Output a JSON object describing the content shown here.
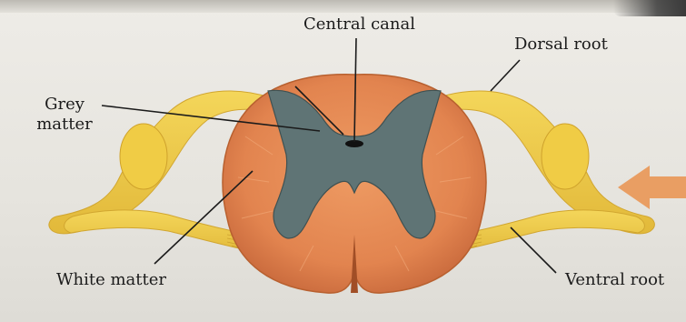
{
  "labels": {
    "central_canal": "Central canal",
    "dorsal_root": "Dorsal root",
    "grey_matter_line1": "Grey",
    "grey_matter_line2": "matter",
    "white_matter": "White matter",
    "ventral_root": "Ventral root"
  },
  "colors": {
    "white_matter": "#e48a57",
    "grey_matter": "#5f7475",
    "nerve_root": "#eecb4a",
    "arrow": "#e99a5c",
    "text": "#1b1b1b"
  }
}
